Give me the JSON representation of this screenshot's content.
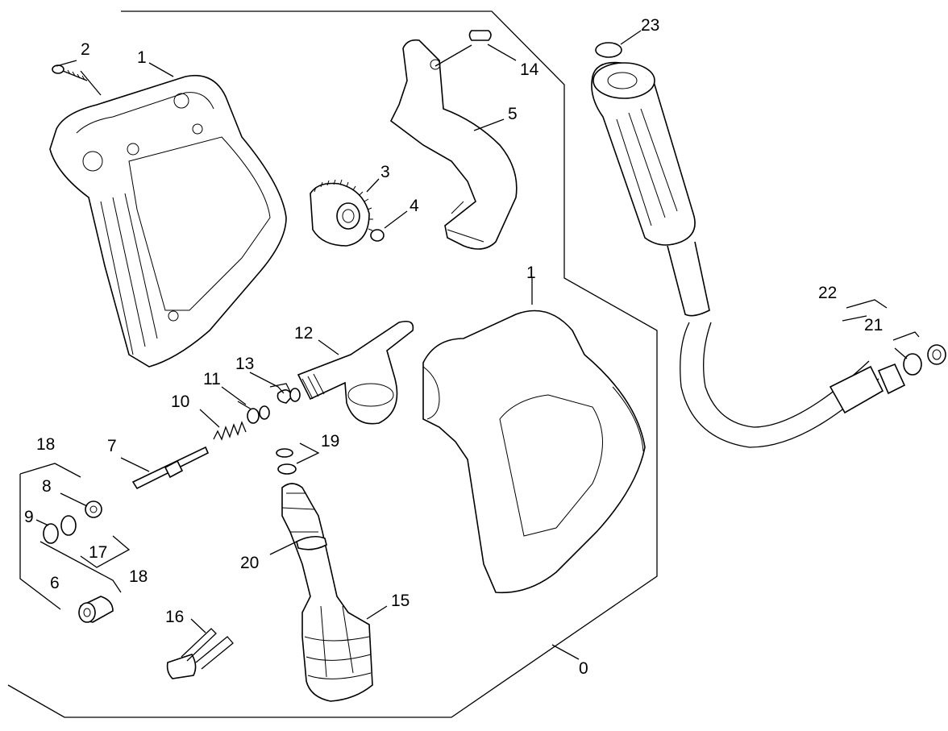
{
  "callouts": [
    {
      "id": "c2",
      "text": "2"
    },
    {
      "id": "c1a",
      "text": "1"
    },
    {
      "id": "c14",
      "text": "14"
    },
    {
      "id": "c5",
      "text": "5"
    },
    {
      "id": "c3",
      "text": "3"
    },
    {
      "id": "c4",
      "text": "4"
    },
    {
      "id": "c23",
      "text": "23"
    },
    {
      "id": "c22",
      "text": "22"
    },
    {
      "id": "c21",
      "text": "21"
    },
    {
      "id": "c1b",
      "text": "1"
    },
    {
      "id": "c12",
      "text": "12"
    },
    {
      "id": "c13",
      "text": "13"
    },
    {
      "id": "c11",
      "text": "11"
    },
    {
      "id": "c10",
      "text": "10"
    },
    {
      "id": "c19",
      "text": "19"
    },
    {
      "id": "c18a",
      "text": "18"
    },
    {
      "id": "c7",
      "text": "7"
    },
    {
      "id": "c8",
      "text": "8"
    },
    {
      "id": "c9",
      "text": "9"
    },
    {
      "id": "c17",
      "text": "17"
    },
    {
      "id": "c18b",
      "text": "18"
    },
    {
      "id": "c20",
      "text": "20"
    },
    {
      "id": "c6",
      "text": "6"
    },
    {
      "id": "c15",
      "text": "15"
    },
    {
      "id": "c16",
      "text": "16"
    },
    {
      "id": "c0",
      "text": "0"
    }
  ]
}
